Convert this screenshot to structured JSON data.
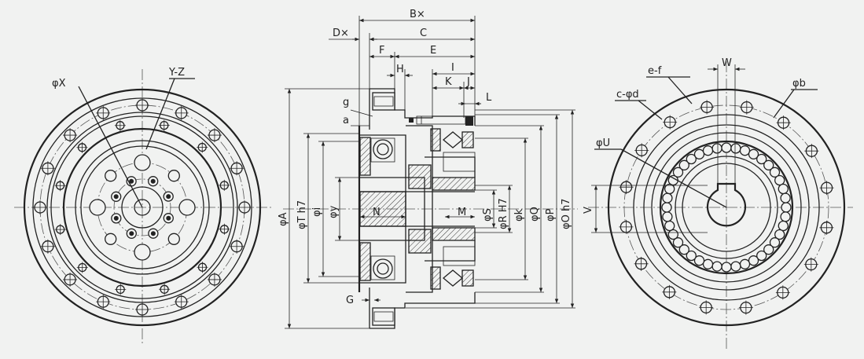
{
  "labels": {
    "left": {
      "phiX": "φX",
      "YZ": "Y-Z"
    },
    "top": {
      "Bx": "B×",
      "Dx": "D×",
      "C": "C",
      "F": "F",
      "E": "E",
      "H": "H",
      "I": "I",
      "K": "K",
      "J": "J",
      "L": "L",
      "g": "g",
      "a": "a",
      "G": "G"
    },
    "vertical": {
      "phiA": "φA",
      "phiTh7": "φT h7",
      "phii": "φi",
      "phiy": "φy",
      "N": "N",
      "M": "M",
      "phiS": "φS",
      "phiRH7": "φR H7",
      "phik": "φk",
      "phiQ": "φQ",
      "phiP": "φP",
      "phiOh7": "φO h7"
    },
    "right": {
      "W": "W",
      "ef": "e-f",
      "cphid": "c-φd",
      "phib": "φb",
      "phiU": "φU",
      "V": "V"
    }
  }
}
